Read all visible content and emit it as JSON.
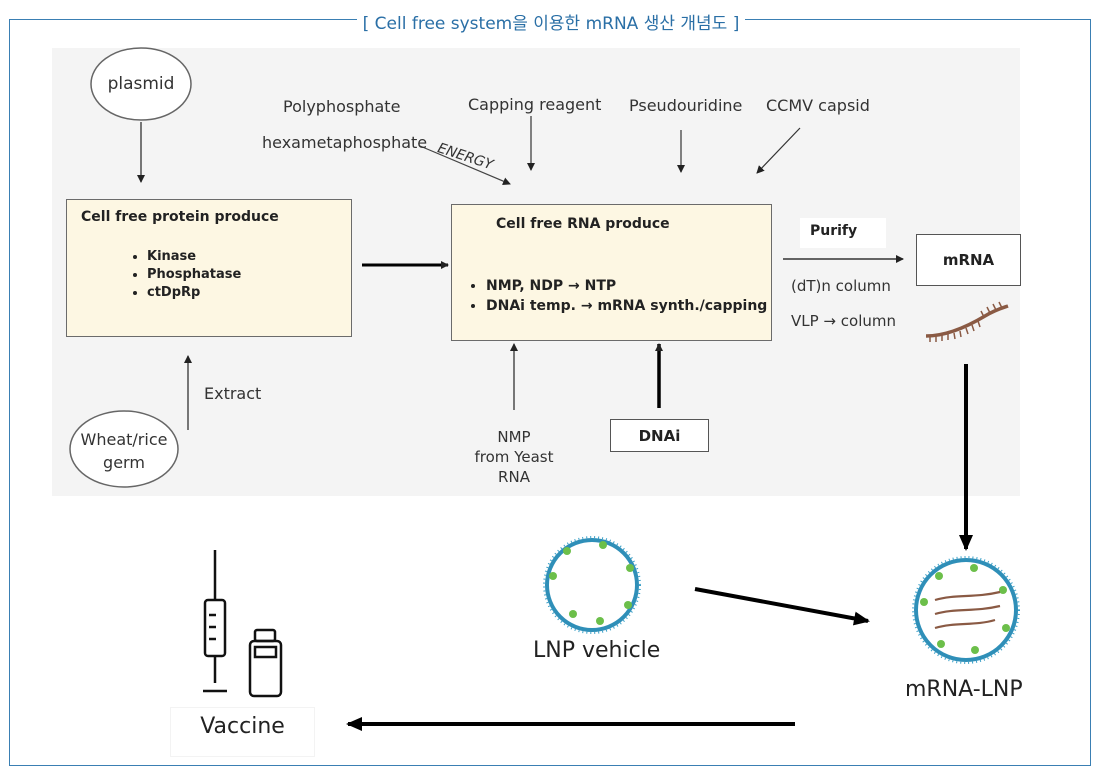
{
  "title": "[ Cell free system을 이용한 mRNA 생산 개념도 ]",
  "nodes": {
    "plasmid": "plasmid",
    "wheat_line1": "Wheat/rice",
    "wheat_line2": "germ",
    "extract": "Extract",
    "polyphosphate": "Polyphosphate",
    "hexametaphosphate": "hexametaphosphate",
    "energy": "ENERGY",
    "capping_reagent": "Capping reagent",
    "pseudouridine": "Pseudouridine",
    "ccmv_capsid": "CCMV capsid",
    "protein_box": {
      "title": "Cell free protein produce",
      "items": [
        "Kinase",
        "Phosphatase",
        "ctDpRp"
      ]
    },
    "rna_box": {
      "title": "Cell free RNA produce",
      "items": [
        "NMP, NDP → NTP",
        "DNAi temp. → mRNA synth./capping"
      ]
    },
    "purify": "Purify",
    "mrna": "mRNA",
    "dt_column": "(dT)n column",
    "vlp_column": "VLP → column",
    "nmp_line1": "NMP",
    "nmp_line2": "from Yeast",
    "nmp_line3": "RNA",
    "dnai": "DNAi",
    "lnp_vehicle": "LNP vehicle",
    "mrna_lnp": "mRNA-LNP",
    "vaccine": "Vaccine"
  },
  "colors": {
    "frame": "#3a7fb3",
    "panel": "#f4f4f4",
    "box_fill": "#fdf7e3",
    "mrna_strand": "#8a5a44",
    "lnp_ring": "#2f8fb8",
    "lnp_protein": "#6cbf4a"
  },
  "icons": [
    "syringe-icon",
    "vial-icon",
    "mrna-strand-icon",
    "lnp-vehicle-icon",
    "mrna-lnp-icon"
  ]
}
